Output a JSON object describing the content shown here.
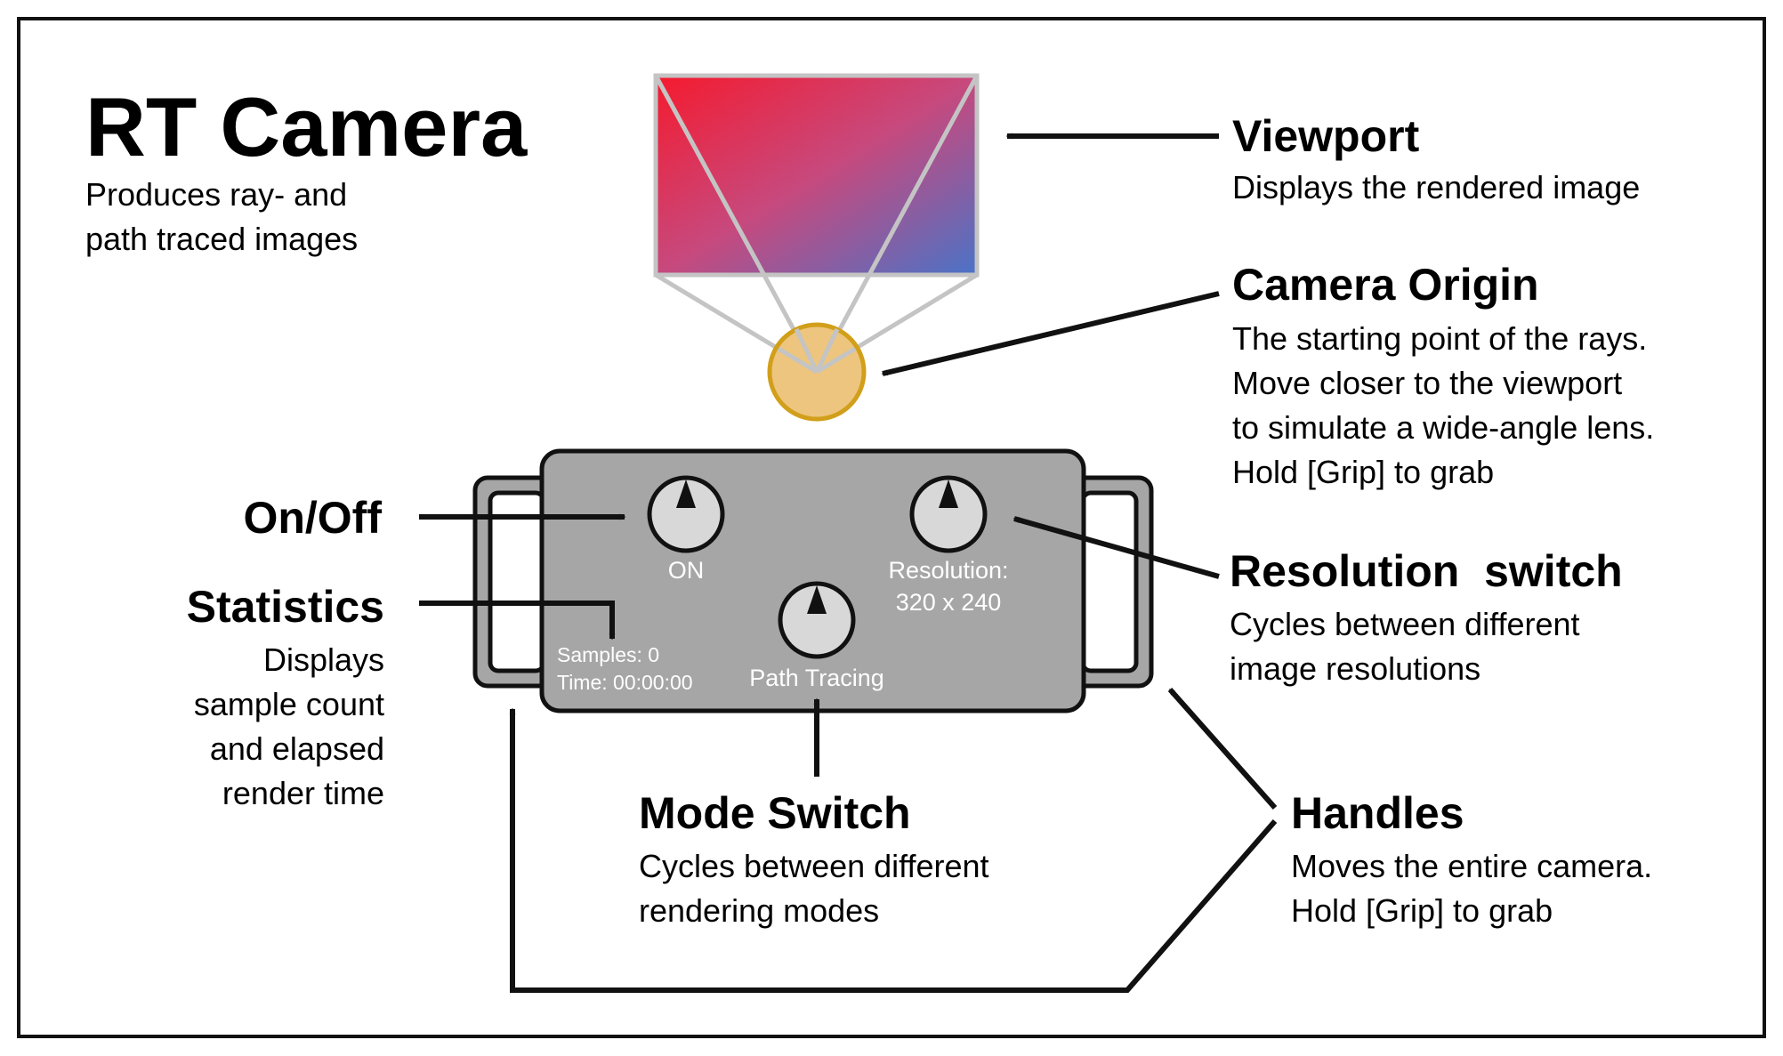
{
  "title": {
    "heading": "RT Camera",
    "description": [
      "Produces ray- and",
      "path traced images"
    ]
  },
  "callouts": {
    "viewport": {
      "heading": "Viewport",
      "description": [
        "Displays the rendered image"
      ]
    },
    "camera_origin": {
      "heading": "Camera Origin",
      "description": [
        "The starting point of the rays.",
        "Move closer to the viewport",
        "to simulate a wide-angle lens.",
        "Hold [Grip] to grab"
      ]
    },
    "on_off": {
      "heading": "On/Off"
    },
    "statistics": {
      "heading": "Statistics",
      "description": [
        "Displays",
        "sample count",
        "and elapsed",
        "render time"
      ]
    },
    "resolution_switch": {
      "heading": "Resolution  switch",
      "description": [
        "Cycles between different",
        "image resolutions"
      ]
    },
    "mode_switch": {
      "heading": "Mode Switch",
      "description": [
        "Cycles between different",
        "rendering modes"
      ]
    },
    "handles": {
      "heading": "Handles",
      "description": [
        "Moves the entire camera.",
        "Hold [Grip] to grab"
      ]
    }
  },
  "device": {
    "on_label": "ON",
    "resolution_label": [
      "Resolution:",
      "320 x 240"
    ],
    "mode_label": "Path Tracing",
    "samples_text": "Samples: 0",
    "time_text": "Time: 00:00:00"
  },
  "colors": {
    "viewport_gradient_start": "#f51a2e",
    "viewport_gradient_mid": "#c7497d",
    "viewport_gradient_end": "#4a73c7",
    "viewport_frame": "#c4c4c4",
    "origin_fill": "#edc57e",
    "origin_stroke": "#d29f1a",
    "device_body": "#a6a6a6",
    "knob_fill": "#d8d8d8",
    "outline": "#111111"
  },
  "icons": {
    "arrows": "arrow-icon",
    "knobs": "knob-icon"
  }
}
